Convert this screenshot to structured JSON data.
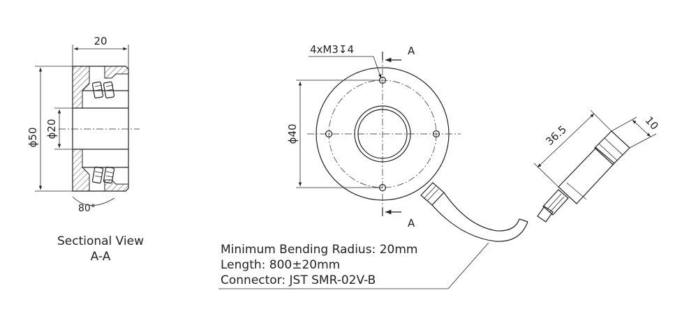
{
  "section_view": {
    "dim_width": "20",
    "dim_outer_dia": "ϕ50",
    "dim_inner_dia": "ϕ20",
    "dim_angle": "80°",
    "caption_line1": "Sectional View",
    "caption_line2": "A-A"
  },
  "front_view": {
    "dim_holes": "4xM3↧4",
    "dim_pcd": "ϕ40",
    "section_mark_top": "A",
    "section_mark_bottom": "A"
  },
  "connector_view": {
    "dim_length": "36.5",
    "dim_width": "10"
  },
  "notes": {
    "line1": "Minimum Bending Radius: 20mm",
    "line2": "Length: 800±20mm",
    "line3": "Connector: JST SMR-02V-B"
  }
}
